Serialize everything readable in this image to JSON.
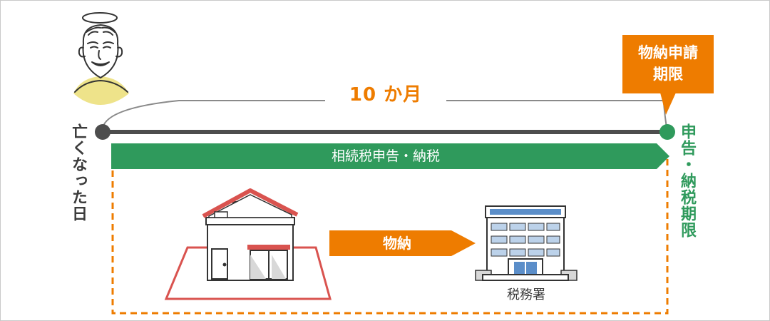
{
  "timeline": {
    "duration_label": "10 か月",
    "start_label": "亡くなった日",
    "end_label": "申告・納税期限",
    "bar_label": "相続税申告・納税"
  },
  "callout": {
    "line1": "物納申請",
    "line2": "期限"
  },
  "process": {
    "arrow_label": "物納",
    "destination_label": "税務署"
  },
  "colors": {
    "green": "#2f9a5c",
    "orange": "#ee7c00",
    "timeline_gray": "#4d4d4d",
    "house_red": "#d9534f",
    "building_blue": "#5b8ec9"
  },
  "icons": {
    "person": "elderly-man-with-halo-icon",
    "house": "house-icon",
    "building": "tax-office-building-icon"
  }
}
